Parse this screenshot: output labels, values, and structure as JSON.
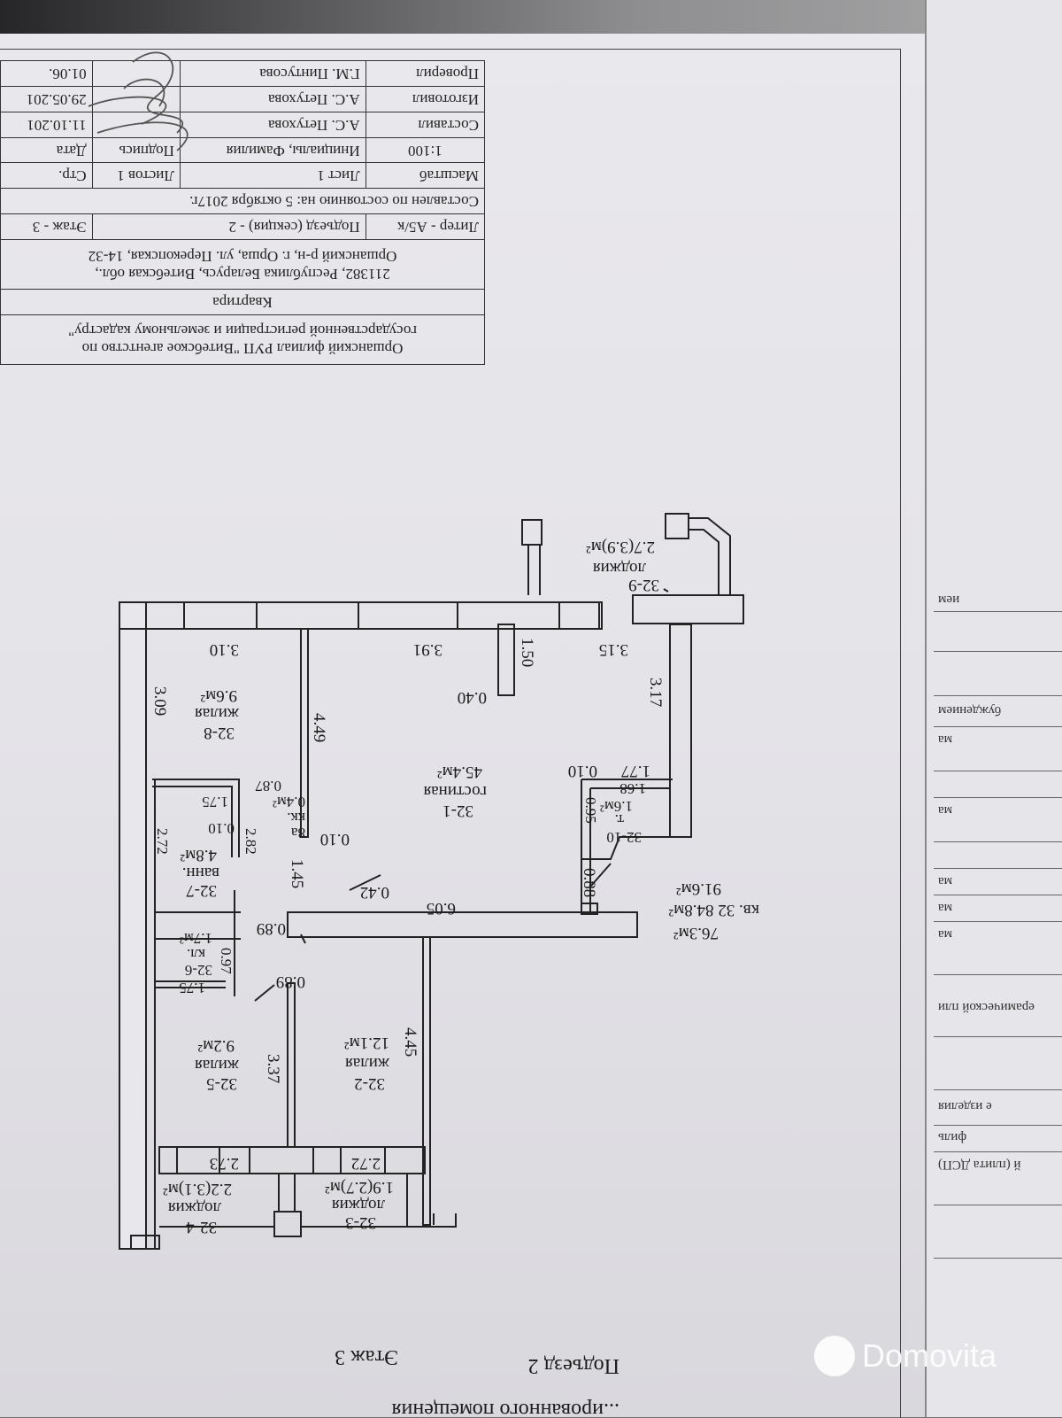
{
  "title_block": {
    "agency_line1": "Оршанский филиал РУП \"Витебское агентство по",
    "agency_line2": "государственной регистрации и земельному кадастру\"",
    "object_type": "Квартира",
    "address_line1": "211382, Республика Беларусь, Витебская обл.,",
    "address_line2": "Оршанский р-н, г. Орша, ул. Перекопская, 14-32",
    "liter": "Литер - А5/к",
    "entrance": "Подъезд (секция) - 2",
    "floor": "Этаж - 3",
    "as_of": "Составлен по состоянию на: 5 октября 2017г.",
    "scale_label": "Масштаб",
    "sheet": "Лист 1",
    "sheets": "Листов 1",
    "page": "Стр.",
    "scale_value": "1:100",
    "col_name": "Инициалы, Фамилия",
    "col_sign": "Подпись",
    "col_date": "Дата",
    "rows": [
      {
        "role": "Составил",
        "name": "А.С. Петухова",
        "date": "11.10.201"
      },
      {
        "role": "Изготовил",
        "name": "А.С. Петухова",
        "date": "29.05.201"
      },
      {
        "role": "Проверил",
        "name": "Г.М. Пинтусова",
        "date": "01.06."
      }
    ]
  },
  "plan": {
    "labels": [
      "32-9",
      "лоджия",
      "2.7(3.9)м²",
      "3.15",
      "3.91",
      "3.10",
      "1.50",
      "0.40",
      "3.17",
      "1.77",
      "0.10",
      "32-1",
      "гостиная",
      "45.4м²",
      "32-8",
      "жилая",
      "9.6м²",
      "3.09",
      "4.49",
      "0.87",
      "1.75",
      "0.10",
      "2.82",
      "2.72",
      "32-7",
      "ванн.",
      "4.8м²",
      "8а",
      "кк.",
      "0.4м²",
      "0.10",
      "1.45",
      "0.42",
      "6.05",
      "1.68",
      "т.",
      "1.6м²",
      "0.95",
      "32-10",
      "0.88",
      "91.6м²",
      "кв. 32 84.8м²",
      "76.3м²",
      "0.89",
      "0.89",
      "0.97",
      "32-6",
      "кл.",
      "1.7м²",
      "1.75",
      "32-2",
      "жилая",
      "12.1м²",
      "4.45",
      "32-5",
      "жилая",
      "9.2м²",
      "3.37",
      "2.73",
      "2.72",
      "32-3",
      "лоджия",
      "1.9(2.7)м²",
      "32-4",
      "лоджия",
      "2.2(3.1)м²"
    ]
  },
  "footer": {
    "entrance": "Подъезд 2",
    "floor": "Этаж 3",
    "caption": "...ированного помещения"
  },
  "right_page": [
    "ием",
    "буждением",
    "ма",
    "ма",
    "ма",
    "ма",
    "ма",
    "ерамической пли",
    "е изделия",
    "филь",
    "й (плита ДСП)"
  ],
  "watermark": "Domovita"
}
